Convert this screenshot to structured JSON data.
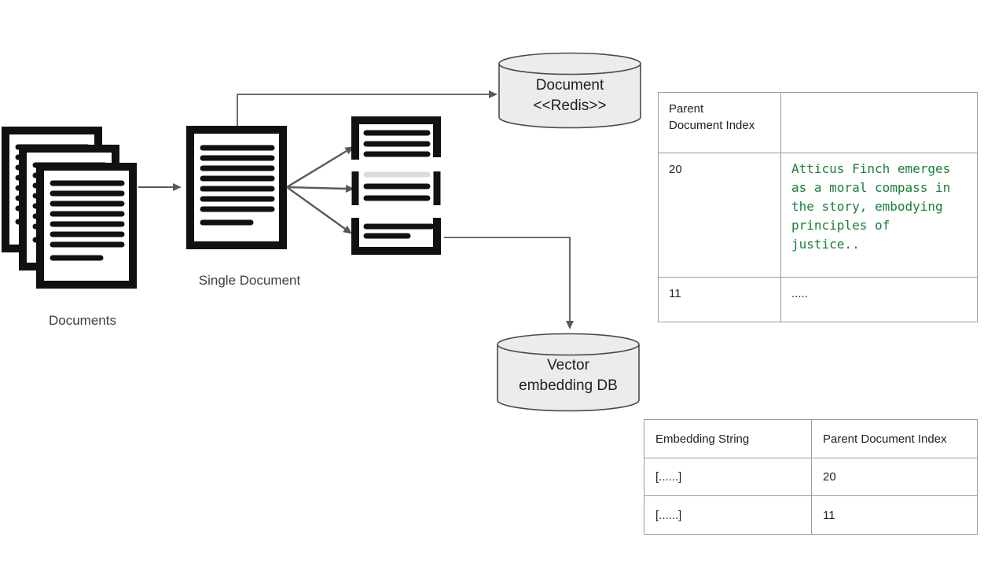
{
  "diagram": {
    "documents_label": "Documents",
    "single_document_label": "Single Document",
    "redis_store": {
      "line1": "Document",
      "line2": "<<Redis>>"
    },
    "vector_db": {
      "line1": "Vector",
      "line2": "embedding DB"
    }
  },
  "parent_document_table": {
    "header_col1": "Parent\nDocument Index",
    "header_col2": "",
    "rows": [
      {
        "index": "20",
        "content": "Atticus Finch emerges\nas a moral compass in\nthe story, embodying\nprinciples of\njustice.."
      },
      {
        "index": "11",
        "content": "....."
      }
    ]
  },
  "embedding_table": {
    "header_col1": "Embedding String",
    "header_col2": "Parent Document Index",
    "rows": [
      {
        "embedding": "[......]",
        "index": "20"
      },
      {
        "embedding": "[......]",
        "index": "11"
      }
    ]
  },
  "colors": {
    "chunk_text_green": "#188038",
    "cylinder_fill": "#ececec",
    "cylinder_stroke": "#4a4a4a",
    "arrow_gray": "#595959",
    "table_border": "#9c9c9c",
    "icon_black": "#111111",
    "label_gray": "#3c4043"
  }
}
